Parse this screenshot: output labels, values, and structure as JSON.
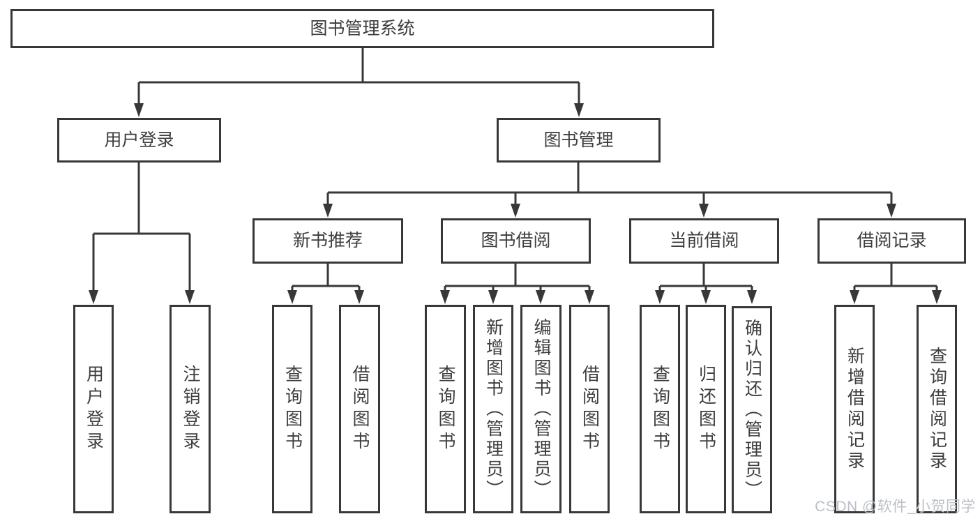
{
  "diagram": {
    "title": "图书管理系统",
    "user_login": {
      "label": "用户登录",
      "children": [
        "用户登录",
        "注销登录"
      ]
    },
    "book_management": {
      "label": "图书管理",
      "children": [
        {
          "label": "新书推荐",
          "children": [
            "查询图书",
            "借阅图书"
          ]
        },
        {
          "label": "图书借阅",
          "children": [
            "查询图书",
            "新增图书（管理员）",
            "编辑图书（管理员）",
            "借阅图书"
          ]
        },
        {
          "label": "当前借阅",
          "children": [
            "查询图书",
            "归还图书",
            "确认归还（管理员）"
          ]
        },
        {
          "label": "借阅记录",
          "children": [
            "新增借阅记录",
            "查询借阅记录"
          ]
        }
      ]
    }
  },
  "watermark": "CSDN @软件_小贺同学",
  "colors": {
    "line": "#383838",
    "text": "#3d3d3d",
    "background": "#ffffff",
    "watermark": "#bcc0c6"
  }
}
